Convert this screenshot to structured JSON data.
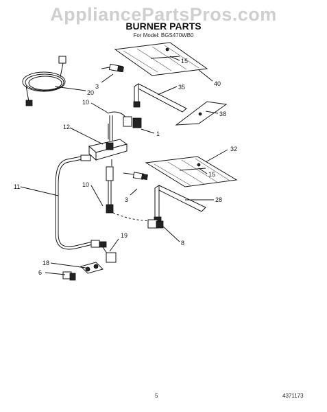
{
  "watermark": "AppliancePartsPros.com",
  "title": "BURNER PARTS",
  "subtitle": "For Model: BGS470WB0",
  "page_number": "5",
  "doc_number": "4371173",
  "callouts": {
    "c15a": "15",
    "c40": "40",
    "c3a": "3",
    "c35": "35",
    "c20": "20",
    "c10a": "10",
    "c38": "38",
    "c1": "1",
    "c12": "12",
    "c32": "32",
    "c15b": "15",
    "c11": "11",
    "c10b": "10",
    "c3b": "3",
    "c28": "28",
    "c8": "8",
    "c19": "19",
    "c18": "18",
    "c6": "6"
  }
}
